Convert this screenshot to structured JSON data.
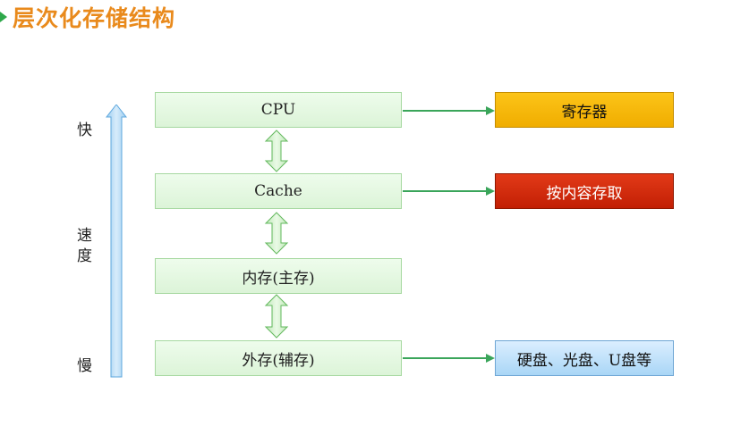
{
  "title": "层次化存储结构",
  "speed": {
    "fast": "快",
    "speed_1": "速",
    "speed_2": "度",
    "slow": "慢"
  },
  "levels": [
    {
      "label": "CPU"
    },
    {
      "label": "Cache"
    },
    {
      "label": "内存(主存)"
    },
    {
      "label": "外存(辅存)"
    }
  ],
  "side_boxes": {
    "register": "寄存器",
    "content_access": "按内容存取",
    "disk": "硬盘、光盘、U盘等"
  },
  "colors": {
    "title": "#e98a1c",
    "level_fill": "#e6f8e2",
    "register": "#f5b400",
    "content_access": "#d22a0c",
    "disk": "#bde0fb",
    "arrow": "#3aa55a"
  }
}
